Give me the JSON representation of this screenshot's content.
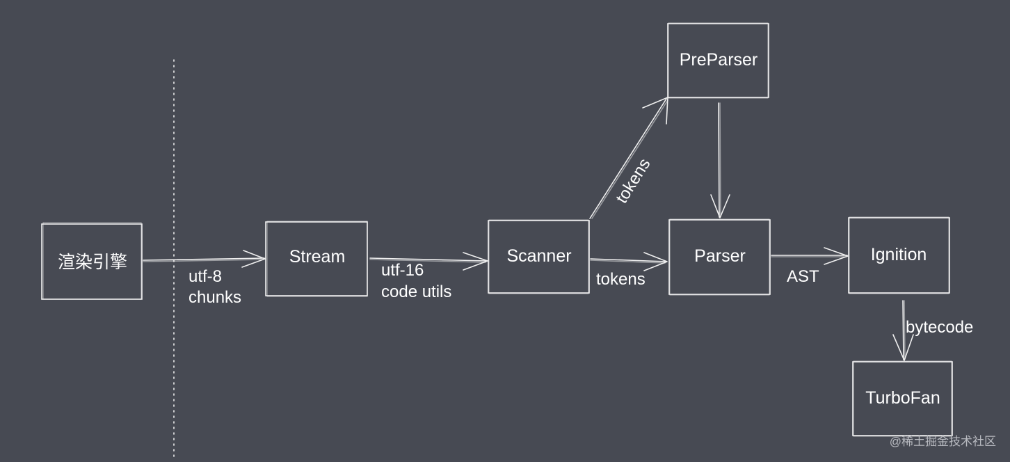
{
  "nodes": {
    "render_engine": "渲染引擎",
    "stream": "Stream",
    "scanner": "Scanner",
    "preparser": "PreParser",
    "parser": "Parser",
    "ignition": "Ignition",
    "turbofan": "TurboFan"
  },
  "edges": {
    "render_to_stream": [
      "utf-8",
      "chunks"
    ],
    "stream_to_scanner": [
      "utf-16",
      "code utils"
    ],
    "scanner_to_parser": "tokens",
    "scanner_to_preparser": "tokens",
    "parser_to_ignition": "AST",
    "ignition_to_turbofan": "bytecode"
  },
  "watermark": "@稀土掘金技术社区",
  "colors": {
    "background": "#474a53",
    "stroke": "#f0f0f0",
    "text": "#ffffff"
  }
}
